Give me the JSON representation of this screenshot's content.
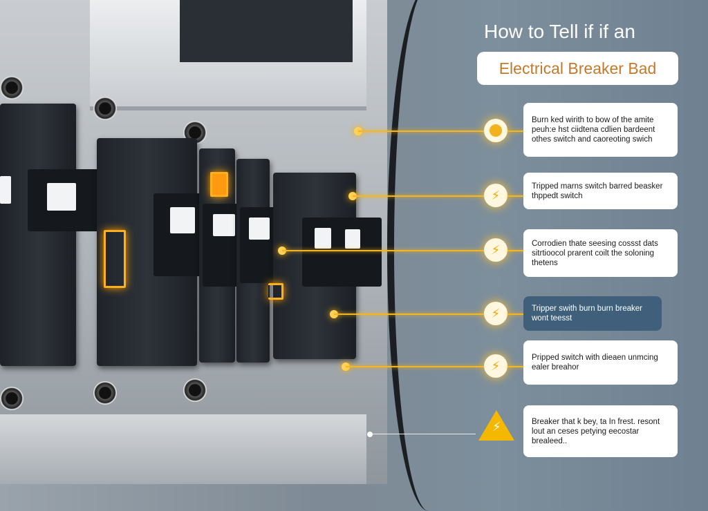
{
  "title_line1": "How to Tell  if if an",
  "title_banner": "Electrical Breaker Bad",
  "callouts": [
    {
      "icon": "circle-icon",
      "text": "Burn  ked wirith to bow of the amite peuh:e hst ciidtena cdlien bardeent othes switch and caoreoting swich"
    },
    {
      "icon": "lightning-icon",
      "text": "Tripped marns switch barred beasker thppedt switch"
    },
    {
      "icon": "lightning-icon",
      "text": "Corrodien thate seesing cossst dats sitrtioocol prarent coilt the soloning thetens"
    },
    {
      "icon": "lightning-icon",
      "text": "Tripper swith burn burn breaker wont teesst"
    },
    {
      "icon": "lightning-icon",
      "text": "Pripped switch with dieaen unmcing ealer breahor"
    },
    {
      "icon": "warning-icon",
      "text": "Breaker that k bey, ta In frest. resont lout an ceses petying eecostar brealeed.."
    }
  ],
  "colors": {
    "accent": "#f5b52a",
    "banner_text": "#c4792a",
    "dark_card": "#3f5f7b"
  }
}
